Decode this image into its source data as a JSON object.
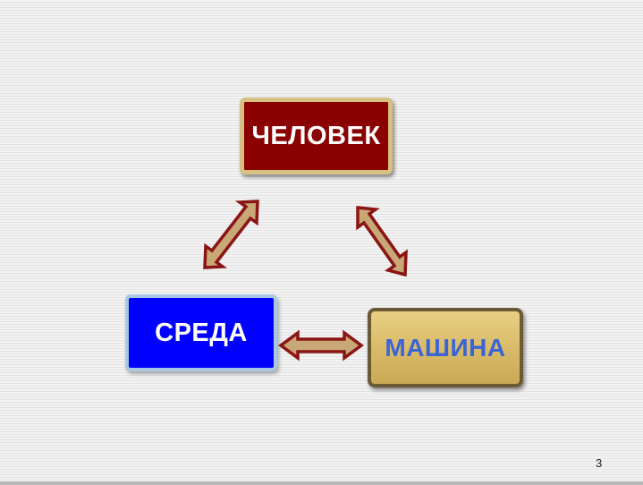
{
  "slide": {
    "nodes": {
      "human": "ЧЕЛОВЕК",
      "environment": "СРЕДА",
      "machine": "МАШИНА"
    },
    "page_number": "3"
  },
  "colors": {
    "human_fill": "#8b0000",
    "human_border": "#d6c084",
    "environment_fill": "#0000ff",
    "environment_border": "#a8c8e4",
    "machine_fill": "#d8ba66",
    "machine_text": "#3b64d6",
    "arrow_fill": "#c8a877",
    "arrow_stroke": "#8b1414"
  },
  "connections": [
    {
      "from": "environment",
      "to": "human",
      "direction": "both"
    },
    {
      "from": "human",
      "to": "machine",
      "direction": "both"
    },
    {
      "from": "environment",
      "to": "machine",
      "direction": "both"
    }
  ]
}
